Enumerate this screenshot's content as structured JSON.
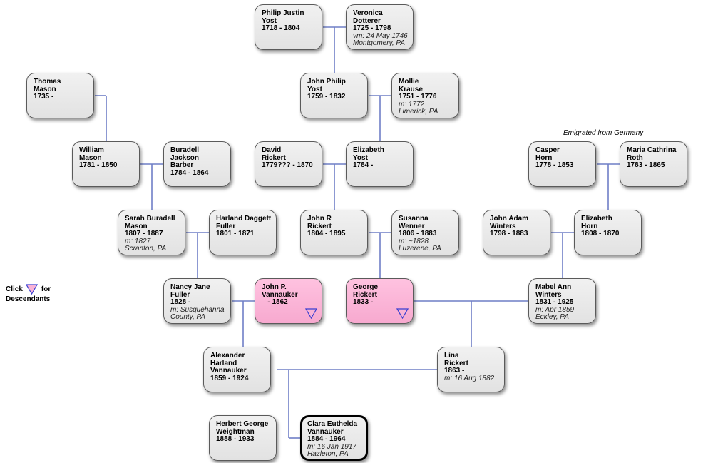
{
  "notes": {
    "emigrated": "Emigrated from Germany"
  },
  "legend": {
    "click": "Click",
    "for": "for",
    "descendants": "Descendants",
    "icon": "down-triangle-icon"
  },
  "colors": {
    "line": "#6f7fc6",
    "box": "#e6e6e6",
    "pink": "#f9b3d6",
    "triangle": "#3a3fd0"
  },
  "persons": {
    "philip_justin": {
      "name": "Philip Justin\nYost",
      "dates": "1718 - 1804",
      "marr": ""
    },
    "veronica": {
      "name": "Veronica\nDotterer",
      "dates": "1725 - 1798",
      "marr": "vm: 24 May 1746\nMontgomery, PA"
    },
    "thomas": {
      "name": "Thomas\nMason",
      "dates": "1735 -",
      "marr": ""
    },
    "john_philip": {
      "name": "John Philip\nYost",
      "dates": "1759 - 1832",
      "marr": ""
    },
    "mollie": {
      "name": "Mollie\nKrause",
      "dates": "1751 - 1776",
      "marr": "m: 1772\nLimerick, PA"
    },
    "william": {
      "name": "William\nMason",
      "dates": "1781 - 1850",
      "marr": ""
    },
    "buradell": {
      "name": "Buradell Jackson\nBarber",
      "dates": "1784 - 1864",
      "marr": ""
    },
    "david": {
      "name": "David\nRickert",
      "dates": "1779??? - 1870",
      "marr": ""
    },
    "elizabeth_yost": {
      "name": "Elizabeth\nYost",
      "dates": "1784 -",
      "marr": ""
    },
    "casper": {
      "name": "Casper\nHorn",
      "dates": "1778 - 1853",
      "marr": ""
    },
    "maria": {
      "name": "Maria Cathrina\nRoth",
      "dates": "1783 - 1865",
      "marr": ""
    },
    "sarah": {
      "name": "Sarah Buradell\nMason",
      "dates": "1807 - 1887",
      "marr": "m: 1827\nScranton, PA"
    },
    "harland": {
      "name": "Harland Daggett\nFuller",
      "dates": "1801 - 1871",
      "marr": ""
    },
    "john_r": {
      "name": "John R\nRickert",
      "dates": "1804 - 1895",
      "marr": ""
    },
    "susanna": {
      "name": "Susanna\nWenner",
      "dates": "1806 - 1883",
      "marr": "m: ~1828\nLuzerene, PA"
    },
    "john_adam": {
      "name": "John Adam\nWinters",
      "dates": "1798 - 1883",
      "marr": ""
    },
    "elizabeth_horn": {
      "name": "Elizabeth\nHorn",
      "dates": "1808 - 1870",
      "marr": ""
    },
    "nancy": {
      "name": "Nancy Jane\nFuller",
      "dates": "1828 -",
      "marr": "m: Susquehanna\nCounty, PA"
    },
    "john_p": {
      "name": "John P.\nVannauker",
      "dates": "   - 1862",
      "marr": ""
    },
    "george": {
      "name": "George\nRickert",
      "dates": "1833 -",
      "marr": ""
    },
    "mabel": {
      "name": "Mabel Ann\nWinters",
      "dates": "1831 - 1925",
      "marr": "m: Apr 1859\nEckley, PA"
    },
    "alexander": {
      "name": "Alexander Harland\nVannauker",
      "dates": "1859 - 1924",
      "marr": ""
    },
    "lina": {
      "name": "Lina\nRickert",
      "dates": "1863 -",
      "marr": "m: 16 Aug 1882"
    },
    "herbert": {
      "name": "Herbert George\nWeightman",
      "dates": "1888 - 1933",
      "marr": ""
    },
    "clara": {
      "name": "Clara Euthelda\nVannauker",
      "dates": "1884 - 1964",
      "marr": "m: 16 Jan 1917\nHazleton, PA"
    }
  }
}
